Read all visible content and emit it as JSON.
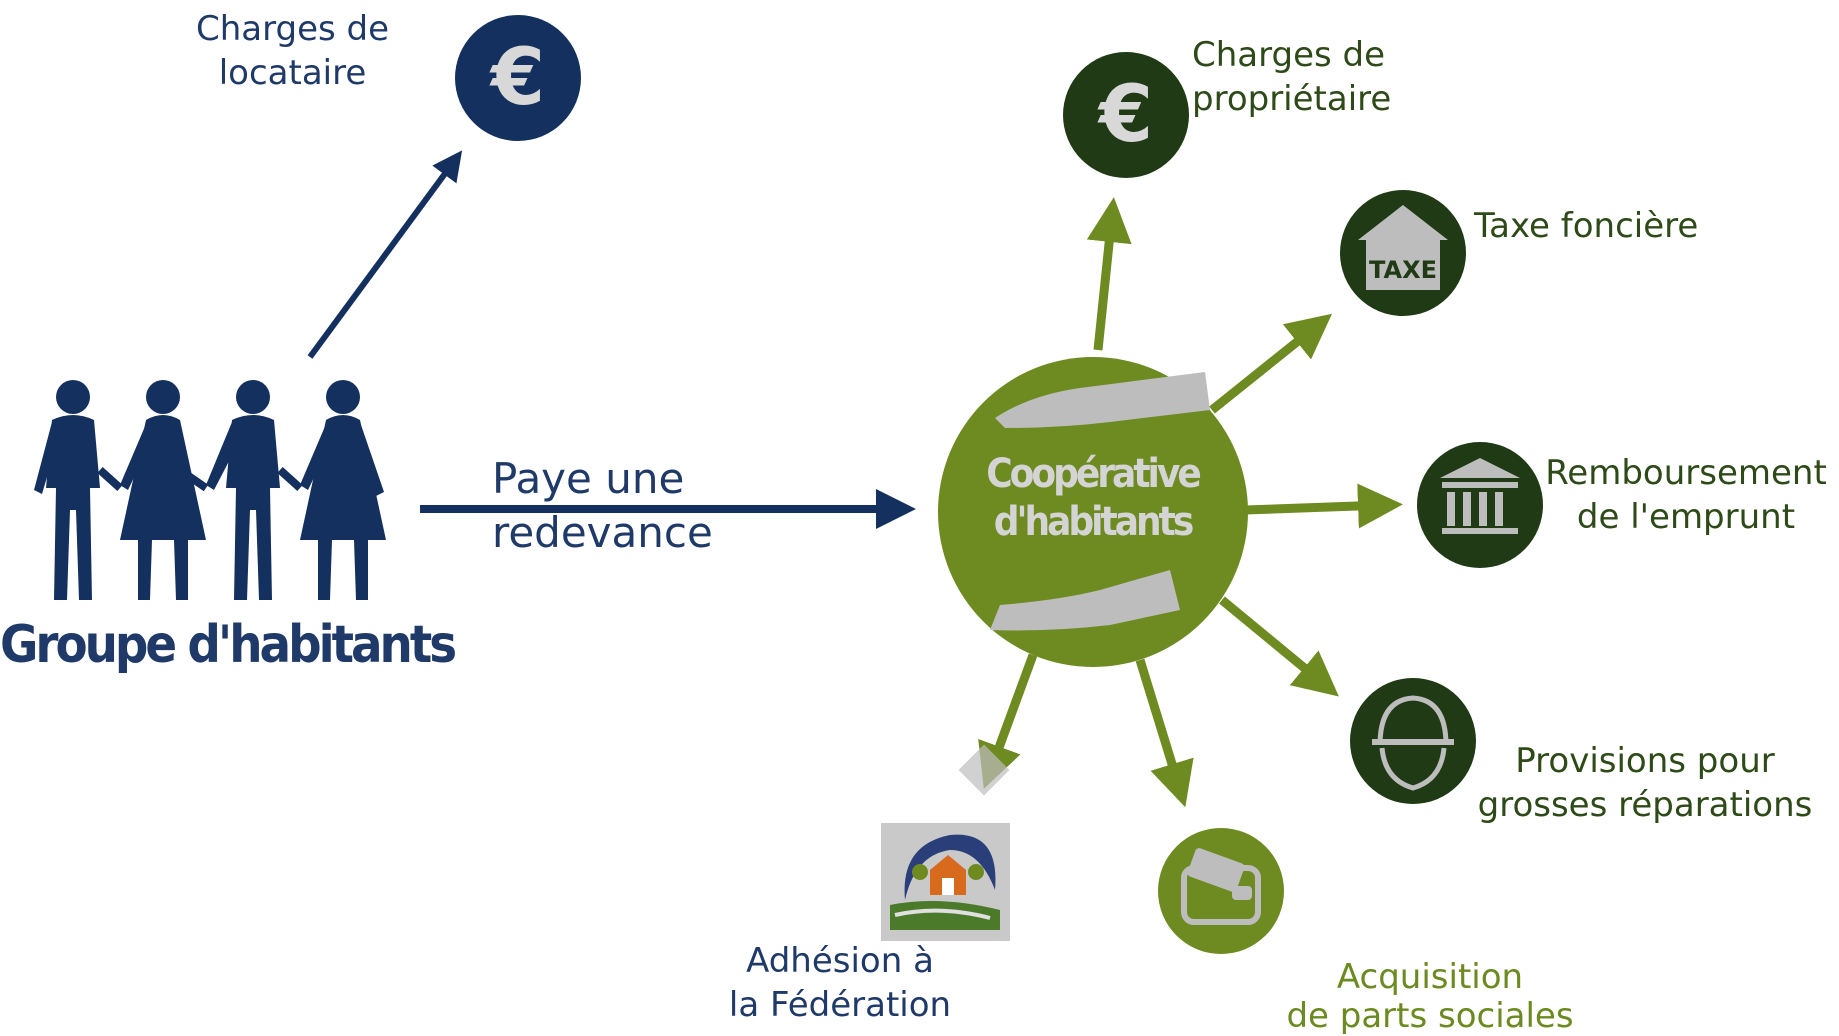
{
  "colors": {
    "navy": "#14305e",
    "dark_green": "#1f3a14",
    "olive": "#6e8b22",
    "grey": "#bdbdbd"
  },
  "group": {
    "label": "Groupe d'habitants",
    "people_icon": "people-group-icon"
  },
  "arrow_main": {
    "label_line1": "Paye une",
    "label_line2": "redevance"
  },
  "tenant_charges": {
    "line1": "Charges de",
    "line2": "locataire",
    "icon": "euro-icon"
  },
  "cooperative": {
    "line1": "Coopérative",
    "line2": "d'habitants",
    "icon": "hands-icon"
  },
  "outputs": {
    "owner_charges": {
      "line1": "Charges de",
      "line2": "propriétaire",
      "icon": "euro-icon"
    },
    "property_tax": {
      "line1": "Taxe foncière",
      "icon": "house-tax-icon",
      "icon_text": "TAXE"
    },
    "loan": {
      "line1": "Remboursement",
      "line2": "de l'emprunt",
      "icon": "bank-icon"
    },
    "repairs": {
      "line1": "Provisions pour",
      "line2": "grosses réparations",
      "icon": "helmet-icon"
    },
    "shares": {
      "line1": "Acquisition",
      "line2": "de parts sociales",
      "icon": "wallet-icon"
    },
    "federation": {
      "line1": "Adhésion à",
      "line2": "la Fédération",
      "icon": "federation-logo-icon"
    }
  }
}
